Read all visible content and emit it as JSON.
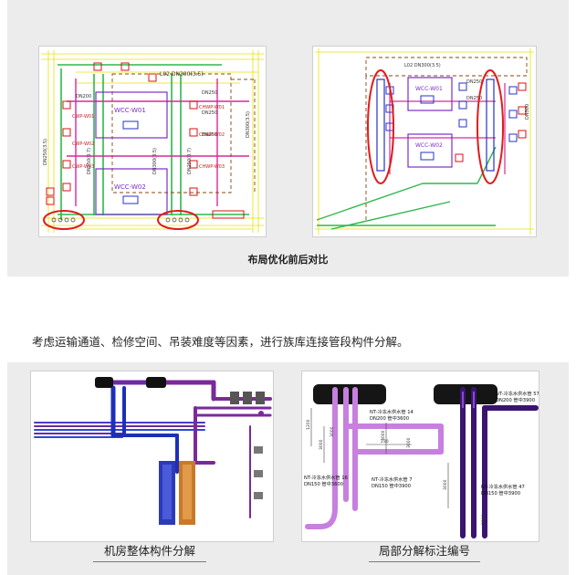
{
  "top_section": {
    "caption": "布局优化前后对比",
    "left_drawing": {
      "pipe_label": "L02 DN300(3.5)",
      "equipment": [
        "WCC-W01",
        "WCC-W02"
      ],
      "pump_labels": [
        "CWP-W01",
        "CWP-W02",
        "CWP-W03",
        "CHWP-W01",
        "CHWP-W02",
        "CHWP-W03"
      ],
      "dn_labels": [
        "DN200",
        "DN250",
        "DN250",
        "DN250",
        "DN250(0.7)",
        "DN300(3.5)",
        "DN250(0.7)",
        "DN250(3.5)",
        "DN300(3.5)"
      ]
    },
    "right_drawing": {
      "equipment": [
        "WCC-W01",
        "WCC-W02"
      ],
      "dn_labels": [
        "L02 DN300(3.5)",
        "DN250",
        "DN250",
        "DN300"
      ]
    }
  },
  "body_text": "考虑运输通道、检修空间、吊装难度等因素，进行族库连接管段构件分解。",
  "bottom_section": {
    "left_caption": "机房整体构件分解",
    "right_caption": "局部分解标注编号",
    "annotations": [
      {
        "line1": "NT-冷冻水供水管 14",
        "line2": "DN200 管中3600"
      },
      {
        "line1": "NT-冷冻水供水管 57",
        "line2": "DN200 管中3900"
      },
      {
        "line1": "NT-冷冻水供水管 16",
        "line2": "DN150 管中3600"
      },
      {
        "line1": "NT-冷冻水供水管 7",
        "line2": "DN150 管中3900"
      },
      {
        "line1": "NT-冷冻水供水管 47",
        "line2": "DN150 管中3900"
      }
    ],
    "dimensions": [
      "1200",
      "3000",
      "3000",
      "3000",
      "230",
      "3000",
      "3000",
      "3000"
    ]
  }
}
